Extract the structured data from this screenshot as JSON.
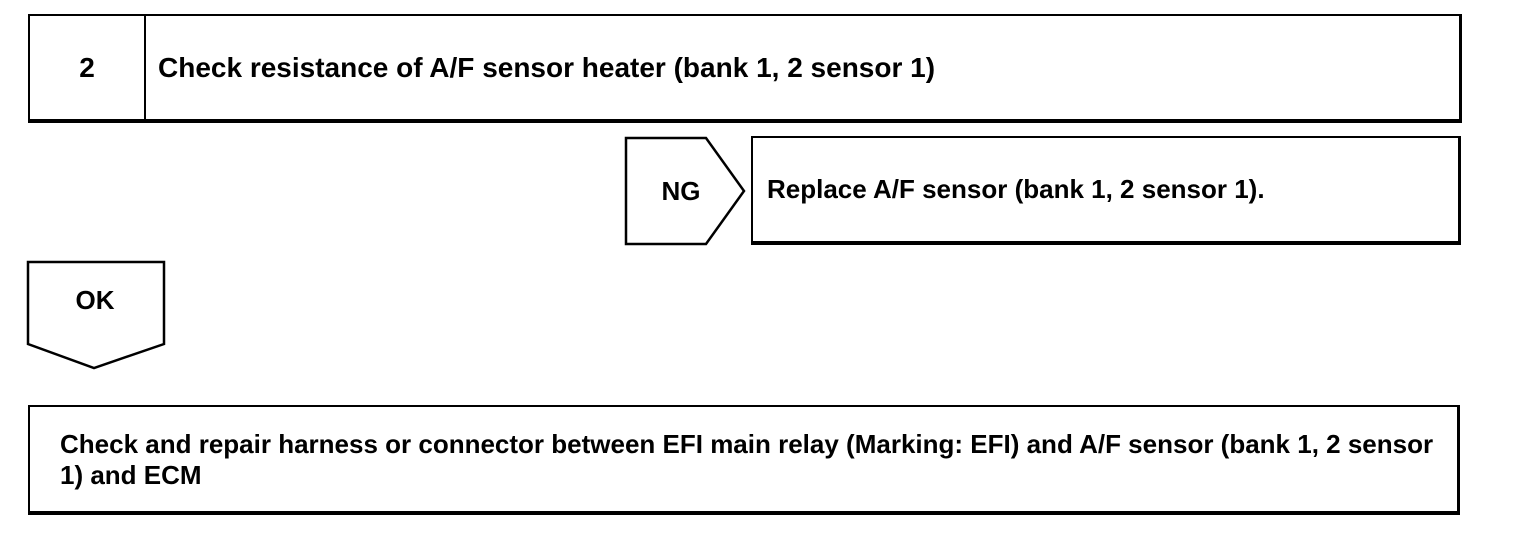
{
  "step": {
    "number": "2",
    "title": "Check resistance of A/F sensor heater (bank 1, 2 sensor 1)"
  },
  "ng_branch": {
    "label": "NG",
    "result": "Replace A/F sensor (bank 1, 2 sensor 1)."
  },
  "ok_branch": {
    "label": "OK"
  },
  "next_action": {
    "text": "Check and repair harness or connector between EFI main relay (Marking: EFI) and A/F sensor (bank 1, 2 sensor 1) and ECM"
  }
}
